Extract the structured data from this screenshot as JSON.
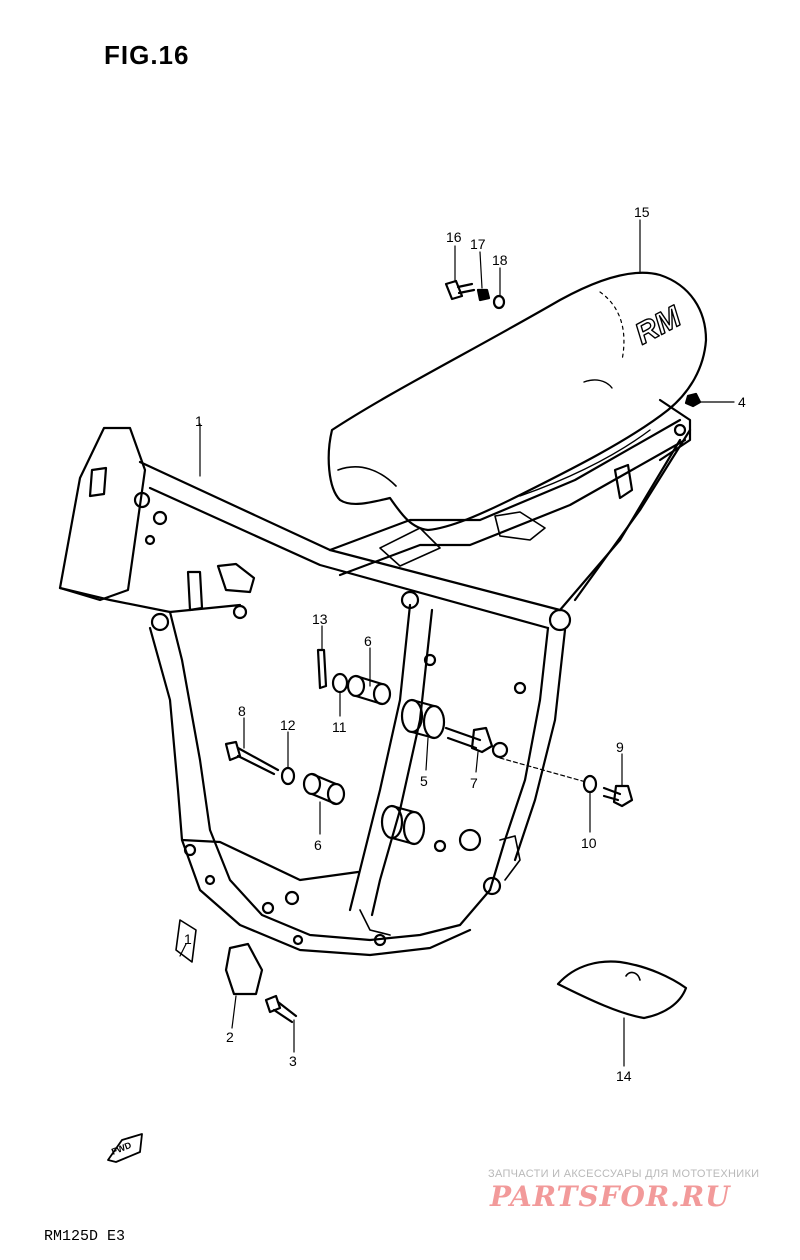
{
  "figure": {
    "title": "FIG.16",
    "model_code": "RM125D E3"
  },
  "callouts": [
    {
      "id": "c1a",
      "label": "1"
    },
    {
      "id": "c1b",
      "label": "1"
    },
    {
      "id": "c2",
      "label": "2"
    },
    {
      "id": "c3",
      "label": "3"
    },
    {
      "id": "c4",
      "label": "4"
    },
    {
      "id": "c5",
      "label": "5"
    },
    {
      "id": "c6a",
      "label": "6"
    },
    {
      "id": "c6b",
      "label": "6"
    },
    {
      "id": "c7",
      "label": "7"
    },
    {
      "id": "c8",
      "label": "8"
    },
    {
      "id": "c9",
      "label": "9"
    },
    {
      "id": "c10",
      "label": "10"
    },
    {
      "id": "c11",
      "label": "11"
    },
    {
      "id": "c12",
      "label": "12"
    },
    {
      "id": "c13",
      "label": "13"
    },
    {
      "id": "c14",
      "label": "14"
    },
    {
      "id": "c15",
      "label": "15"
    },
    {
      "id": "c16",
      "label": "16"
    },
    {
      "id": "c17",
      "label": "17"
    },
    {
      "id": "c18",
      "label": "18"
    }
  ],
  "seat_logo": "RM",
  "direction_label": "FWD",
  "watermark": {
    "tagline": "ЗАПЧАСТИ И АКСЕССУАРЫ ДЛЯ МОТОТЕХНИКИ",
    "brand": "PARTSFOR.RU"
  }
}
